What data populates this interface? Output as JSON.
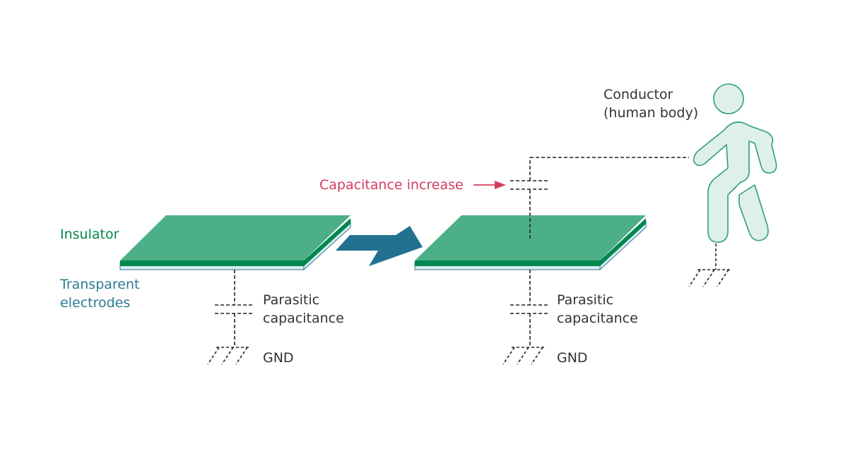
{
  "labels": {
    "insulator": "Insulator",
    "transparent_electrodes": [
      "Transparent",
      "electrodes"
    ],
    "parasitic_left": [
      "Parasitic",
      "capacitance"
    ],
    "parasitic_right": [
      "Parasitic",
      "capacitance"
    ],
    "gnd_left": "GND",
    "gnd_right": "GND",
    "capacitance_increase": "Capacitance increase",
    "conductor": [
      "Conductor",
      "(human body)"
    ]
  },
  "colors": {
    "insulator_text": "#00874f",
    "electrode_text": "#2b7a95",
    "increase_text": "#d43c5f",
    "panel_top": "#4caf88",
    "panel_edge": "#00874f",
    "electrode_layer": "#d9ecf2",
    "arrow": "#22718f",
    "human_fill": "#dff0e8",
    "human_stroke": "#2da072",
    "text": "#333333"
  },
  "icons": {
    "transition_arrow": "arrow-right-icon",
    "human": "walking-person-icon",
    "ground": "ground-symbol-icon"
  }
}
